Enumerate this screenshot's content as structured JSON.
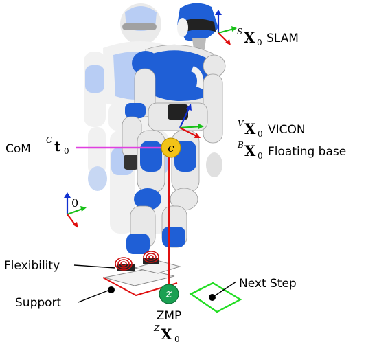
{
  "labels": {
    "slam": {
      "sup": "S",
      "sym": "X",
      "sub": "0",
      "text": "SLAM"
    },
    "vicon": {
      "sup": "V",
      "sym": "X",
      "sub": "0",
      "text": "VICON"
    },
    "floating": {
      "sup": "B",
      "sym": "X",
      "sub": "0",
      "text": "Floating base"
    },
    "com": {
      "text": "CoM",
      "sup": "C",
      "sym": "t",
      "sub": "0"
    },
    "com_marker": "c",
    "zmp_marker": "z",
    "zmp": {
      "text": "ZMP",
      "sup": "Z",
      "sym": "X",
      "sub": "0"
    },
    "world": {
      "text": "0"
    },
    "flexibility": "Flexibility",
    "support": "Support",
    "next_step": "Next Step"
  },
  "colors": {
    "robot_blue": "#1f5fd6",
    "robot_blue_faded": "#7fa6ec",
    "robot_white": "#f2f2f2",
    "com_line": "#e040e0",
    "zmp_line": "#e01010",
    "com_marker": "#f2c318",
    "zmp_marker": "#1aa052",
    "next_step": "#22dd22",
    "axis_x": "#e01010",
    "axis_y": "#18c018",
    "axis_z": "#1030d0"
  }
}
